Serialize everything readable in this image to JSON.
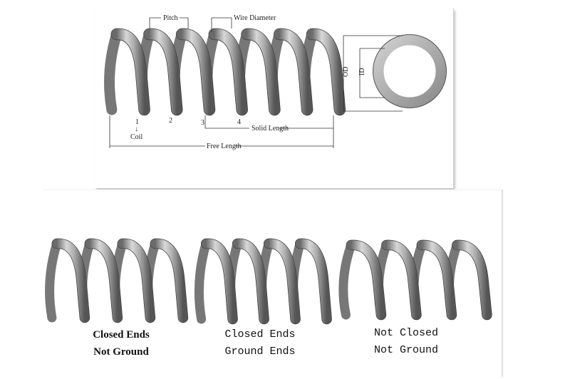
{
  "top_diagram": {
    "labels": {
      "pitch": "Pitch",
      "wire_diameter": "Wire Diameter",
      "od": "OD",
      "id": "ID",
      "coil_numbers": [
        "1",
        "2",
        "3",
        "4"
      ],
      "coil": "Coil",
      "arrow": "↓",
      "solid_length": "Solid Length",
      "free_length": "Free Length"
    }
  },
  "spring_types": [
    {
      "line1": "Closed Ends",
      "line2": "Not Ground"
    },
    {
      "line1": "Closed Ends",
      "line2": "Ground Ends"
    },
    {
      "line1": "Not Closed",
      "line2": "Not Ground"
    }
  ],
  "colors": {
    "spring": "#a8a8a8",
    "spring_dark": "#5a5a5a",
    "spring_light": "#e6e6e6"
  }
}
